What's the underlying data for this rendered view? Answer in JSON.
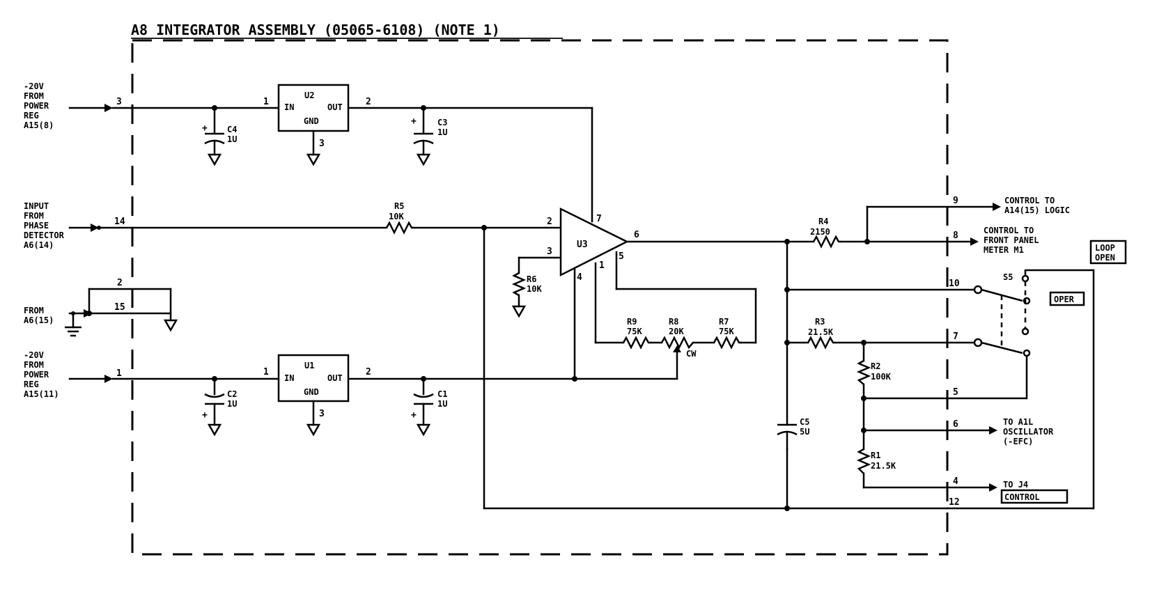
{
  "title": "A8 INTEGRATOR ASSEMBLY (05065-6108) (NOTE 1)",
  "inputs": {
    "minus20v_top": [
      "-20V",
      "FROM",
      "POWER",
      "REG",
      "A15(8)"
    ],
    "phase_input": [
      "INPUT",
      "FROM",
      "PHASE",
      "DETECTOR",
      "A6(14)"
    ],
    "from_a6": [
      "FROM",
      "A6(15)"
    ],
    "minus20v_bottom": [
      "-20V",
      "FROM",
      "POWER",
      "REG",
      "A15(11)"
    ]
  },
  "outputs": {
    "control_logic": [
      "CONTROL TO",
      "A14(15) LOGIC"
    ],
    "control_meter": [
      "CONTROL TO",
      "FRONT PANEL",
      "METER M1"
    ],
    "oscillator": [
      "TO A1L",
      "OSCILLATOR",
      "(-EFC)"
    ],
    "j4": [
      "TO J4"
    ]
  },
  "labels": {
    "loop_open": [
      "LOOP",
      "OPEN"
    ],
    "oper": "OPER",
    "control": "CONTROL",
    "cw": "CW"
  },
  "pins": {
    "p3": "3",
    "p14": "14",
    "p2": "2",
    "p15": "15",
    "p1": "1",
    "p9": "9",
    "p8": "8",
    "p10": "10",
    "p7": "7",
    "p5": "5",
    "p6": "6",
    "p4": "4",
    "p12": "12"
  },
  "regulators": {
    "u2": {
      "ref": "U2",
      "in": "IN",
      "out": "OUT",
      "gnd": "GND",
      "pin_in": "1",
      "pin_out": "2",
      "pin_gnd": "3"
    },
    "u1": {
      "ref": "U1",
      "in": "IN",
      "out": "OUT",
      "gnd": "GND",
      "pin_in": "1",
      "pin_out": "2",
      "pin_gnd": "3"
    }
  },
  "opamp": {
    "ref": "U3",
    "pin_inv": "2",
    "pin_noninv": "3",
    "pin_v_pos": "7",
    "pin_v_neg": "4",
    "pin_out": "6",
    "pin_null1": "1",
    "pin_null2": "5"
  },
  "components": {
    "c4": [
      "C4",
      "1U"
    ],
    "c3": [
      "C3",
      "1U"
    ],
    "c2": [
      "C2",
      "1U"
    ],
    "c1": [
      "C1",
      "1U"
    ],
    "c5": [
      "C5",
      "5U"
    ],
    "r5": [
      "R5",
      "10K"
    ],
    "r6": [
      "R6",
      "10K"
    ],
    "r9": [
      "R9",
      "75K"
    ],
    "r8": [
      "R8",
      "20K"
    ],
    "r7": [
      "R7",
      "75K"
    ],
    "r4": [
      "R4",
      "2150"
    ],
    "r3": [
      "R3",
      "21.5K"
    ],
    "r2": [
      "R2",
      "100K"
    ],
    "r1": [
      "R1",
      "21.5K"
    ],
    "s5": "S5"
  }
}
